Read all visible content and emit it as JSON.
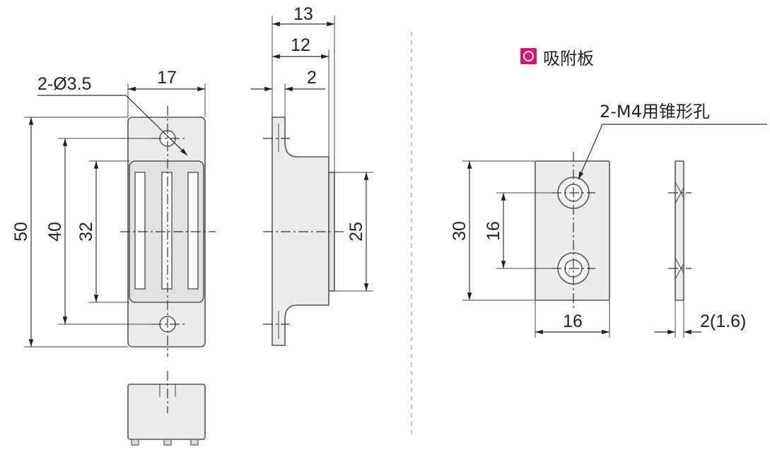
{
  "dimensions": {
    "hole_spec": "2-Ø3.5",
    "width": "17",
    "overall_height": "50",
    "hole_pitch": "40",
    "magnet_length": "32",
    "side_depth": "13",
    "side_body": "12",
    "flange_thickness": "2",
    "side_height": "25",
    "plate_height": "30",
    "plate_hole_pitch": "16",
    "plate_width": "16",
    "plate_thickness": "2(1.6)"
  },
  "legend": {
    "title": "吸附板",
    "marker_color": "#d6176f"
  },
  "annotations": {
    "plate_holes": "2-M4用锥形孔"
  }
}
